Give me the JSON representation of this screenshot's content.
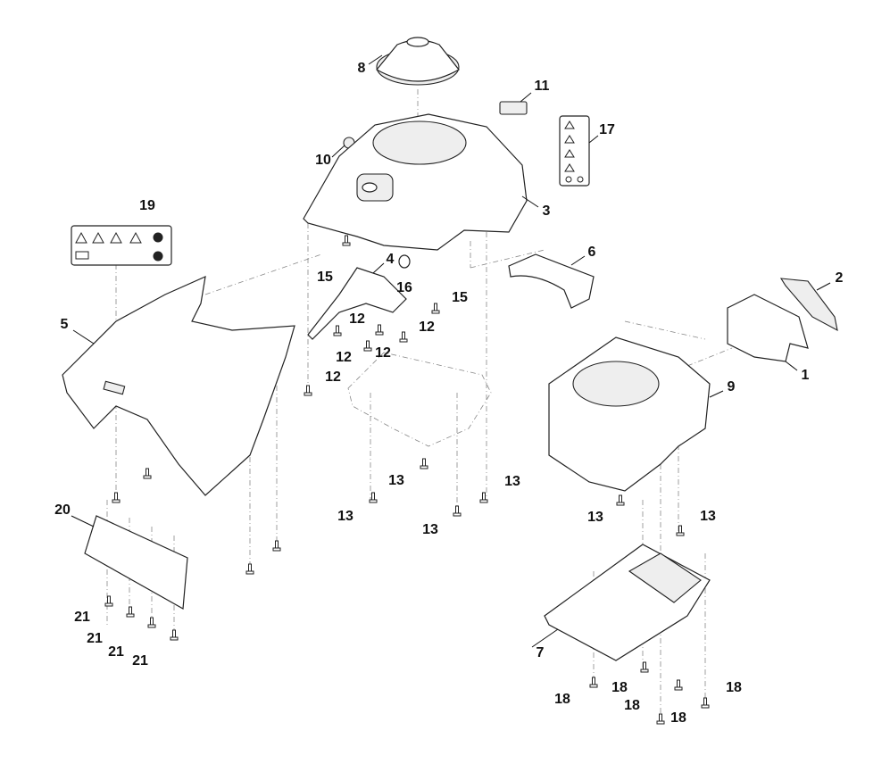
{
  "diagram": {
    "type": "exploded-parts-view",
    "callouts": [
      "8",
      "11",
      "17",
      "10",
      "3",
      "19",
      "4",
      "15",
      "16",
      "6",
      "2",
      "15",
      "12",
      "12",
      "5",
      "12",
      "12",
      "1",
      "12",
      "9",
      "13",
      "13",
      "13",
      "13",
      "13",
      "13",
      "20",
      "21",
      "21",
      "21",
      "21",
      "7",
      "18",
      "18",
      "18",
      "18",
      "18"
    ]
  }
}
